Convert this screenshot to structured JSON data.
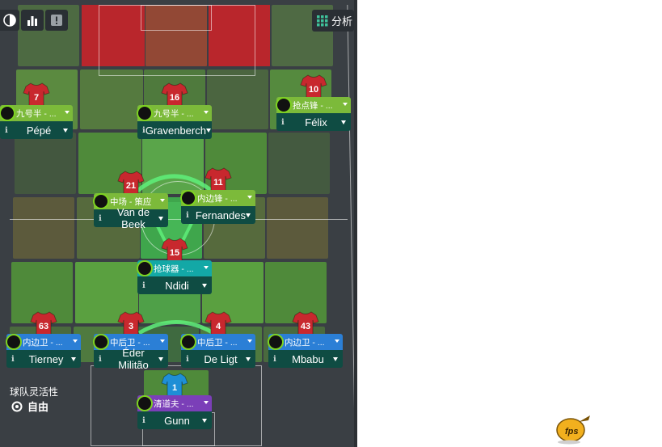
{
  "toolbar": {
    "buttons": [
      {
        "icon": "contrast-icon"
      },
      {
        "icon": "bar-chart-icon"
      },
      {
        "icon": "alert-icon"
      }
    ],
    "analysis_label": "分析"
  },
  "flexibility": {
    "label": "球队灵活性",
    "value": "自由"
  },
  "colors": {
    "shirt_red": "#c8282e",
    "keeper_blue": "#1e8fd6",
    "role_green": "#7cba3a",
    "role_teal": "#13a8a6",
    "role_blue": "#2b7fd6",
    "role_purple": "#7b3fb8",
    "name_bg": "#0f4c43",
    "zone_red": "#b8262c"
  },
  "players": [
    {
      "number": "7",
      "role": "九号半 - ...",
      "name": "Pépé"
    },
    {
      "number": "16",
      "role": "九号半 - ...",
      "name": "Gravenberch"
    },
    {
      "number": "10",
      "role": "抢点锋 - ...",
      "name": "Félix"
    },
    {
      "number": "21",
      "role": "中场 - 策应",
      "name": "Van de Beek"
    },
    {
      "number": "11",
      "role": "内边锋 - ...",
      "name": "Fernandes"
    },
    {
      "number": "15",
      "role": "抢球器 - ...",
      "name": "Ndidi"
    },
    {
      "number": "63",
      "role": "内边卫 - ...",
      "name": "Tierney"
    },
    {
      "number": "3",
      "role": "中后卫 - ...",
      "name": "Éder Militão"
    },
    {
      "number": "4",
      "role": "中后卫 - ...",
      "name": "De Ligt"
    },
    {
      "number": "43",
      "role": "内边卫 - ...",
      "name": "Mbabu"
    },
    {
      "number": "1",
      "role": "清道夫 - ...",
      "name": "Gunn"
    }
  ],
  "watermark": "fps"
}
